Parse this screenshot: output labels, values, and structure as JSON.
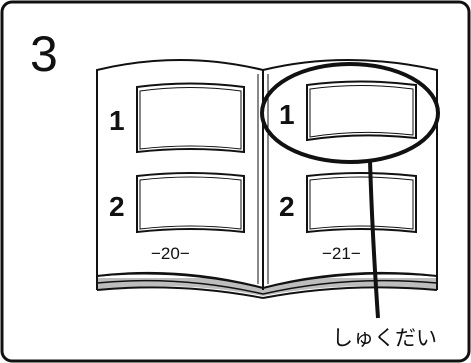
{
  "step_number": "3",
  "left_page": {
    "box_1_number": "1",
    "box_2_number": "2",
    "page_number": "−20−"
  },
  "right_page": {
    "box_1_number": "1",
    "box_2_number": "2",
    "page_number": "−21−"
  },
  "callout_label": "しゅくだい",
  "colors": {
    "line": "#111111",
    "page_edge_shadow": "#bdbdbd",
    "background": "#ffffff"
  }
}
